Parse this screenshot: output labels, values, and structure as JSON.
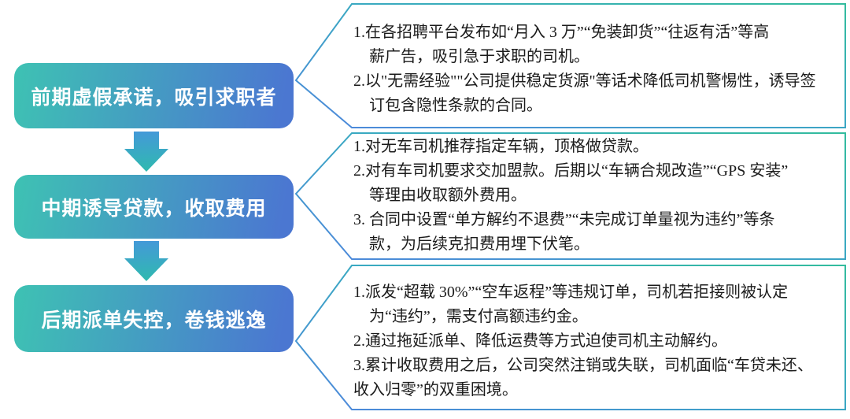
{
  "diagram": {
    "title": "",
    "colors": {
      "stage_box_gradient_start": "#3ec2b3",
      "stage_box_gradient_end": "#4b77d1",
      "stage_text": "#ffffff",
      "arrow_gradient_start": "#4499d8",
      "arrow_gradient_end": "#2fbaaf",
      "callout_border_blue": "#4e87dc",
      "callout_border_teal": "#33bc9e",
      "callout_text": "#1b1b1b",
      "background": "#ffffff"
    },
    "stages": [
      {
        "label": "前期虚假承诺，吸引求职者",
        "details": [
          {
            "text": "1.在各招聘平台发布如“月入 3 万”“免装卸货”“往返有活”等高",
            "indent": 0
          },
          {
            "text": "薪广告，吸引急于求职的司机。",
            "indent": 1
          },
          {
            "text": "2.以\"无需经验\"\"公司提供稳定货源\"等话术降低司机警惕性，诱导签",
            "indent": 0
          },
          {
            "text": "订包含隐性条款的合同。",
            "indent": 1
          }
        ]
      },
      {
        "label": "中期诱导贷款，收取费用",
        "details": [
          {
            "text": "1.对无车司机推荐指定车辆，顶格做贷款。",
            "indent": 0
          },
          {
            "text": "2.对有车司机要求交加盟款。后期以“车辆合规改造”“GPS 安装”",
            "indent": 0
          },
          {
            "text": "等理由收取额外费用。",
            "indent": 1
          },
          {
            "text": "3. 合同中设置“单方解约不退费”“未完成订单量视为违约”等条",
            "indent": 0
          },
          {
            "text": "款，为后续克扣费用埋下伏笔。",
            "indent": 1
          }
        ]
      },
      {
        "label": "后期派单失控，卷钱逃逸",
        "details": [
          {
            "text": "1.派发“超载 30%”“空车返程”等违规订单，司机若拒接则被认定",
            "indent": 0
          },
          {
            "text": "为“违约”，需支付高额违约金。",
            "indent": 1
          },
          {
            "text": "2.通过拖延派单、降低运费等方式迫使司机主动解约。",
            "indent": 0
          },
          {
            "text": "3.累计收取费用之后，公司突然注销或失联，司机面临“车贷未还、",
            "indent": 0
          },
          {
            "text": "收入归零”的双重困境。",
            "indent": 0
          }
        ]
      }
    ]
  }
}
